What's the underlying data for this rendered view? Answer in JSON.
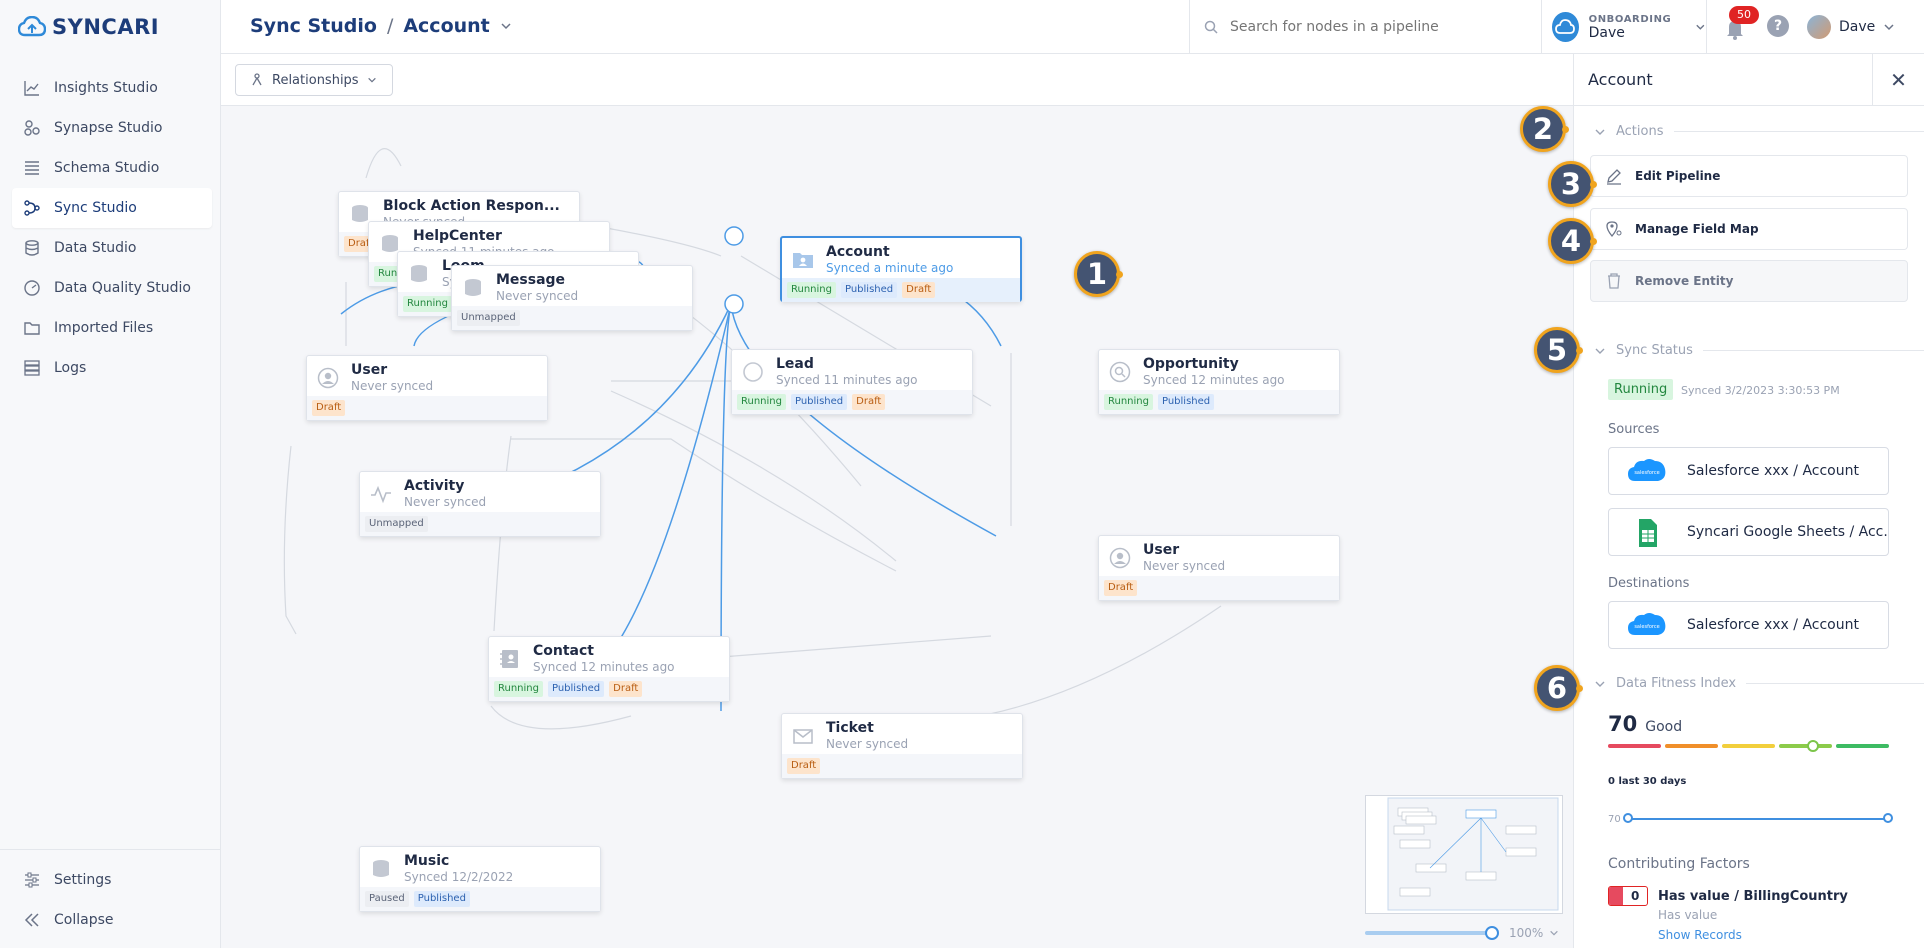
{
  "app": {
    "brand": "SYNCARI"
  },
  "sidebar": {
    "items": [
      {
        "label": "Insights Studio",
        "icon": "chart-icon"
      },
      {
        "label": "Synapse Studio",
        "icon": "synapse-icon"
      },
      {
        "label": "Schema Studio",
        "icon": "schema-icon"
      },
      {
        "label": "Sync Studio",
        "icon": "sync-icon",
        "active": true
      },
      {
        "label": "Data Studio",
        "icon": "database-icon"
      },
      {
        "label": "Data Quality Studio",
        "icon": "gauge-icon"
      },
      {
        "label": "Imported Files",
        "icon": "folder-icon"
      },
      {
        "label": "Logs",
        "icon": "logs-icon"
      }
    ],
    "settings_label": "Settings",
    "collapse_label": "Collapse"
  },
  "header": {
    "crumb_root": "Sync Studio",
    "crumb_sep": "/",
    "crumb_current": "Account",
    "search_placeholder": "Search for nodes in a pipeline",
    "org_small": "ONBOARDING",
    "org_name": "Dave",
    "notification_count": "50",
    "help_label": "?",
    "user_name": "Dave"
  },
  "toolbar": {
    "relationships_label": "Relationships"
  },
  "canvas": {
    "nodes": {
      "block": {
        "title": "Block Action Respon...",
        "subtitle": "Never synced",
        "tags": [
          "Draft"
        ]
      },
      "helpcenter": {
        "title": "HelpCenter",
        "subtitle": "Synced 11 minutes ago",
        "tags": [
          "Running"
        ]
      },
      "loom": {
        "title": "Loom",
        "subtitle": "Synced",
        "tags": [
          "Running"
        ]
      },
      "message": {
        "title": "Message",
        "subtitle": "Never synced",
        "tags": [
          "Unmapped"
        ]
      },
      "account": {
        "title": "Account",
        "subtitle": "Synced a minute ago",
        "tags": [
          "Running",
          "Published",
          "Draft"
        ]
      },
      "user_left": {
        "title": "User",
        "subtitle": "Never synced",
        "tags": [
          "Draft"
        ]
      },
      "lead": {
        "title": "Lead",
        "subtitle": "Synced 11 minutes ago",
        "tags": [
          "Running",
          "Published",
          "Draft"
        ]
      },
      "opportunity": {
        "title": "Opportunity",
        "subtitle": "Synced 12 minutes ago",
        "tags": [
          "Running",
          "Published"
        ]
      },
      "activity": {
        "title": "Activity",
        "subtitle": "Never synced",
        "tags": [
          "Unmapped"
        ]
      },
      "user_right": {
        "title": "User",
        "subtitle": "Never synced",
        "tags": [
          "Draft"
        ]
      },
      "contact": {
        "title": "Contact",
        "subtitle": "Synced 12 minutes ago",
        "tags": [
          "Running",
          "Published",
          "Draft"
        ]
      },
      "ticket": {
        "title": "Ticket",
        "subtitle": "Never synced",
        "tags": [
          "Draft"
        ]
      },
      "music": {
        "title": "Music",
        "subtitle": "Synced 12/2/2022",
        "tags": [
          "Paused",
          "Published"
        ]
      }
    },
    "zoom_label": "100%"
  },
  "panel": {
    "title": "Account",
    "actions_label": "Actions",
    "edit_pipeline": "Edit Pipeline",
    "manage_field_map": "Manage Field Map",
    "remove_entity": "Remove Entity",
    "sync_status_label": "Sync Status",
    "status": "Running",
    "synced_at": "Synced 3/2/2023 3:30:53 PM",
    "sources_label": "Sources",
    "sources": [
      "Salesforce xxx / Account",
      "Syncari Google Sheets / Acc..."
    ],
    "destinations_label": "Destinations",
    "destinations": [
      "Salesforce xxx / Account"
    ],
    "dfi_label": "Data Fitness Index",
    "score": "70",
    "score_label": "Good",
    "last30": "0 last 30 days",
    "range_value": "70",
    "contributing_label": "Contributing Factors",
    "factor_count": "0",
    "factor_name": "Has value / BillingCountry",
    "factor_sub": "Has value",
    "factor_link": "Show Records"
  },
  "callouts": [
    "1",
    "2",
    "3",
    "4",
    "5",
    "6"
  ],
  "colors": {
    "accent": "#3f8fe0",
    "brand": "#1d3d7a",
    "callout_ring": "#f0a41e",
    "callout_fill": "#445472"
  }
}
